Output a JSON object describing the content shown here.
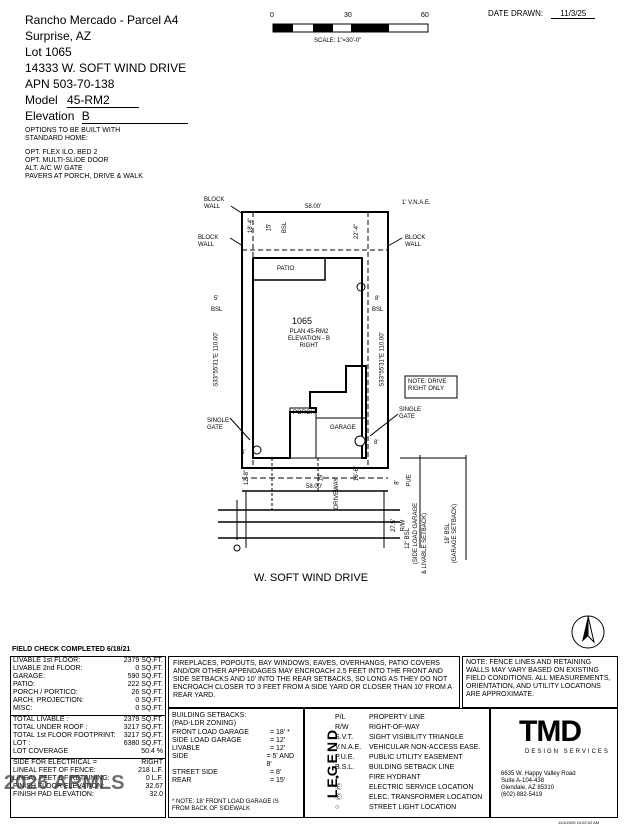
{
  "header": {
    "community": "Rancho Mercado - Parcel A4",
    "city": "Surprise, AZ",
    "lot": "Lot 1065",
    "address": "14333 W. SOFT WIND DRIVE",
    "apn": "APN 503-70-138",
    "model_label": "Model",
    "model_value": "45-RM2",
    "elevation_label": "Elevation",
    "elevation_value": "B",
    "date_label": "DATE DRAWN:",
    "date_value": "11/3/25"
  },
  "scale": {
    "ticks": [
      "0",
      "30",
      "60"
    ],
    "label": "SCALE: 1\"=30'-0\""
  },
  "options": {
    "heading_line1": "OPTIONS TO BE BUILT WITH",
    "heading_line2": "STANDARD HOME:",
    "items": [
      "OPT. FLEX ILO. BED 2",
      "OPT. MULTI-SLIDE DOOR",
      "ALT. A/C W/ GATE",
      "PAVERS AT PORCH, DRIVE & WALK"
    ]
  },
  "plan": {
    "lot_number": "1065",
    "plan_name": "PLAN 45-RM2",
    "elevation": "ELEVATION - B",
    "handing": "RIGHT",
    "top_width": "58.00'",
    "bottom_width": "58.00'",
    "top_label": "1' V.N.A.E.",
    "block_wall_tl": [
      "BLOCK",
      "WALL"
    ],
    "block_wall_ml": [
      "BLOCK",
      "WALL"
    ],
    "block_wall_mr": [
      "BLOCK",
      "WALL"
    ],
    "left_bearing": "S33°55'31\"E 110.00'",
    "right_bearing": "S33°55'31\"E 110.00'",
    "rear_left_dim": "18'-4\"",
    "rear_bsl": "15'",
    "rear_bsl_label": "BSL",
    "rear_right_dim": "22'-4\"",
    "left_side_dim": "5'",
    "left_side_bsl": "BSL",
    "right_side_dim": "8'",
    "right_side_bsl": "BSL",
    "patio_label": "PATIO",
    "porch_label": "PORCH",
    "garage_label": "GARAGE",
    "note_drive": [
      "NOTE: DRIVE",
      "RIGHT ONLY"
    ],
    "single_gate_left": [
      "SINGLE",
      "GATE"
    ],
    "single_gate_right": [
      "SINGLE",
      "GATE"
    ],
    "front_left_dim": "12'-8\"",
    "front_mid_dim": "16'-6\"",
    "left_front_5": "5'",
    "right_front_8": "8'",
    "driveway_label": "DRIVEWAY",
    "walk_dim": "19'",
    "pue_dim": "8'",
    "pue_label": "PUE",
    "rw_dim": "27.5'",
    "rw_label": "R/W",
    "bsl12": "12' BSL",
    "side_load": "(SIDE LOAD GARAGE",
    "livable_setback": "& LIVABLE SETBACK)",
    "bsl18": "18' BSL",
    "garage_setback": "(GARAGE SETBACK)",
    "street_name": "W. SOFT WIND DRIVE"
  },
  "field_check": "FIELD CHECK COMPLETED 6/18/21",
  "stats1": [
    [
      "LIVABLE 1st FLOOR:",
      "2379 SQ.FT."
    ],
    [
      "LIVABLE 2nd FLOOR:",
      "0 SQ.FT."
    ],
    [
      "GARAGE:",
      "590 SQ.FT."
    ],
    [
      "PATIO:",
      "222 SQ.FT."
    ],
    [
      "PORCH / PORTICO:",
      "26 SQ.FT."
    ],
    [
      "ARCH. PROJECTION:",
      "0 SQ.FT."
    ],
    [
      "MISC:",
      "0 SQ.FT."
    ]
  ],
  "stats2": [
    [
      "TOTAL LIVABLE :",
      "2379 SQ.FT."
    ],
    [
      "TOTAL UNDER ROOF :",
      "3217 SQ.FT."
    ],
    [
      "TOTAL 1st FLOOR FOOTPRINT:",
      "3217 SQ.FT."
    ],
    [
      "LOT :",
      "6380 SQ.FT."
    ],
    [
      "LOT COVERAGE",
      "50.4 %"
    ]
  ],
  "stats3": [
    [
      "SIDE FOR ELECTRICAL =",
      "RIGHT"
    ],
    [
      "LINEAL FEET OF FENCE:",
      "218 L.F."
    ],
    [
      "LINEAL FEET OF RETAINING:",
      "0 L.F."
    ],
    [
      "FINISH FLOOR ELEVATION:",
      "32.67"
    ],
    [
      "FINISH PAD ELEVATION:",
      "32.0"
    ]
  ],
  "fireplace_note": "FIREPLACES, POPOUTS, BAY WINDOWS, EAVES, OVERHANGS, PATIO COVERS AND/OR OTHER APPENDAGES MAY ENCROACH 2.5 FEET INTO THE FRONT AND SIDE SETBACKS AND 10' INTO THE REAR SETBACKS, SO LONG AS THEY DO NOT ENCROACH CLOSER TO 3 FEET FROM A SIDE YARD OR CLOSER THAN 10' FROM A REAR YARD.",
  "field_note": "NOTE: FENCE LINES AND RETAINING WALLS MAY VARY BASED ON EXISTING FIELD CONDITIONS. ALL MEASUREMENTS, ORIENTATION, AND UTILITY LOCATIONS ARE APPROXIMATE.",
  "setbacks": {
    "title": "BUILDING SETBACKS:",
    "zoning": "(PAD-LDR ZONING)",
    "rows": [
      [
        "FRONT LOAD GARAGE",
        "= 18' *"
      ],
      [
        "SIDE LOAD GARAGE",
        "= 12'"
      ],
      [
        "LIVABLE",
        "= 12'"
      ],
      [
        "SIDE",
        "= 5' AND 8'"
      ],
      [
        "STREET SIDE",
        "= 8'"
      ],
      [
        "REAR",
        "= 15'"
      ]
    ],
    "footnote1": "* NOTE: 18' FRONT LOAD GARAGE IS",
    "footnote2": "FROM BACK OF SIDEWALK"
  },
  "legend": {
    "title": "LEGEND",
    "rows": [
      [
        "P/L",
        "PROPERTY LINE"
      ],
      [
        "R/W",
        "RIGHT-OF-WAY"
      ],
      [
        "S.V.T.",
        "SIGHT VISIBILITY TRIANGLE"
      ],
      [
        "V.N.A.E.",
        "VEHICULAR NON-ACCESS EASE."
      ],
      [
        "P.U.E.",
        "PUBLIC UTILITY EASEMENT"
      ],
      [
        "B.S.L.",
        "BUILDING SETBACK LINE"
      ],
      [
        "●",
        "FIRE HYDRANT"
      ],
      [
        "Ⓔ",
        "ELECTRIC SERVICE LOCATION"
      ],
      [
        "Ⓔ",
        "ELEC. TRANSFORMER LOCATION"
      ],
      [
        "○",
        "STREET LIGHT LOCATION"
      ]
    ]
  },
  "company": {
    "logo": "TMD",
    "subtitle": "DESIGN SERVICES",
    "address1": "6635 W. Happy Valley Road",
    "address2": "Suite A-104-438",
    "address3": "Glendale, AZ 85310",
    "phone": "(602) 882-5419"
  },
  "watermark": "2026 ARMLS",
  "timestamp": "11/3/2025 10:02:02 AM"
}
